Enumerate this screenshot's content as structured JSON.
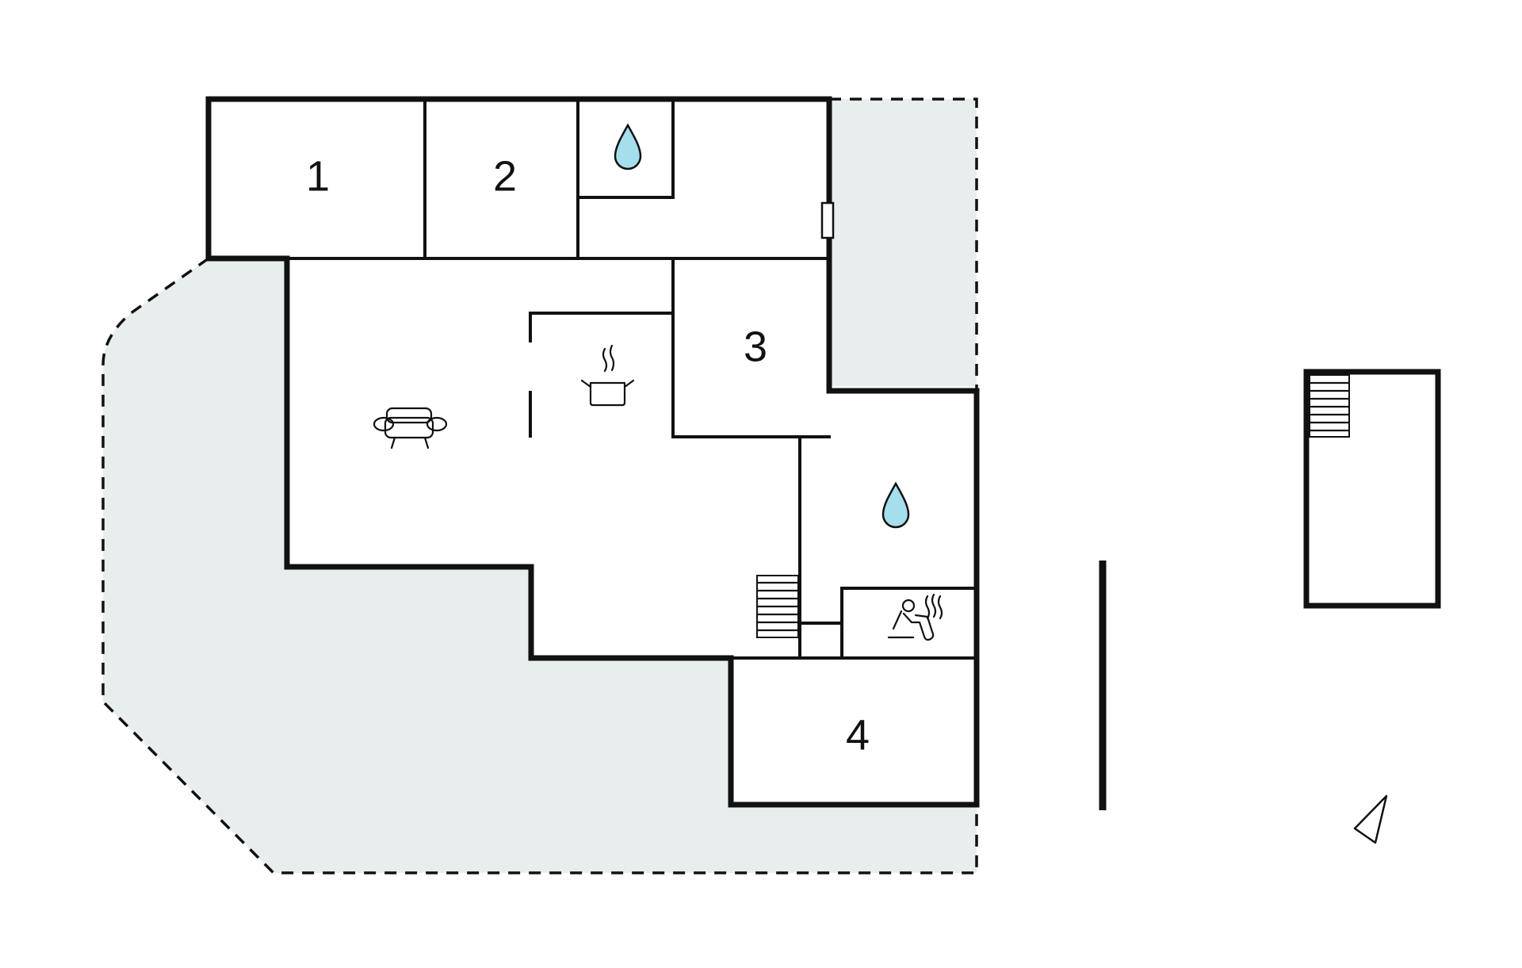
{
  "rooms": {
    "room_1": "1",
    "room_2": "2",
    "room_3": "3",
    "room_4": "4"
  },
  "icons": {
    "water_drop": "water-drop-icon",
    "kitchen": "cooking-pot-icon",
    "living_room": "sofa-icon",
    "sauna": "sauna-icon",
    "stairs": "stairs-icon",
    "north_arrow": "north-arrow-icon"
  },
  "colors": {
    "terrace_fill": "#e8eeee",
    "water_drop_fill": "#a5dfee",
    "wall_stroke": "#111111"
  }
}
